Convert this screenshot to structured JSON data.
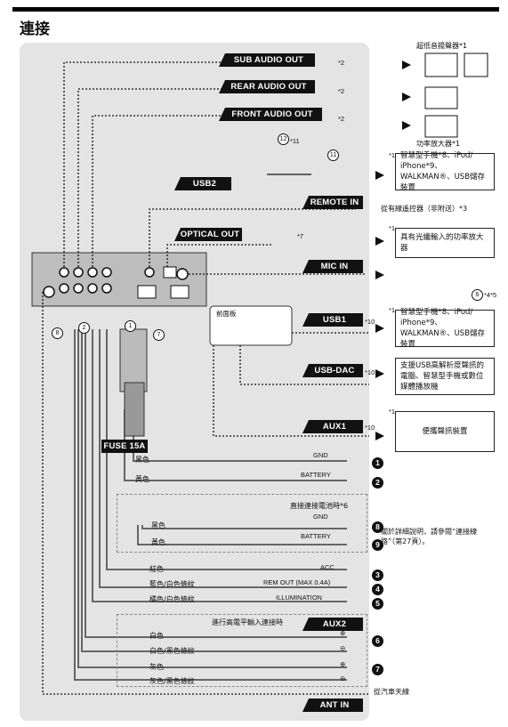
{
  "page": {
    "title": "連接"
  },
  "outputs": {
    "sub_audio_out": "SUB AUDIO OUT",
    "rear_audio_out": "REAR AUDIO OUT",
    "front_audio_out": "FRONT AUDIO OUT",
    "usb2": "USB2",
    "remote_in": "REMOTE IN",
    "optical_out": "OPTICAL OUT",
    "mic_in": "MIC IN",
    "usb1": "USB1",
    "usb_dac": "USB-DAC",
    "aux1": "AUX1",
    "fuse": "FUSE 15A",
    "aux2": "AUX2",
    "ant_in": "ANT IN"
  },
  "devices": {
    "subwoofer": "超低音揚聲器*1",
    "amplifier": "功率放大器*1",
    "usb2_device": "智慧型手機*8、iPod/ iPhone*9、WALKMAN®、USB儲存裝置",
    "remote": "從有線遙控器（非附送）*3",
    "optical_amp": "具有光纖輸入的功率放大器",
    "usb1_device": "智慧型手機*8、iPod/ iPhone*9、WALKMAN®、USB儲存裝置",
    "usb_dac_device": "支援USB高解析度聲訊的電腦、智慧型手機或數位媒體播放機",
    "aux1_device": "便攜聲訊裝置",
    "front_panel": "前面板",
    "antenna": "從汽車天線",
    "direct_battery": "直接連接電池時*6",
    "details": "關於詳細說明，請參閱“連接線路”（第27頁）。",
    "high_level": "進行高電平輸入連接時"
  },
  "notes": {
    "n1": "*1",
    "n2": "*2",
    "n7": "*7",
    "n10": "*10",
    "n11": "*11",
    "n45": "*4*5"
  },
  "wires": [
    {
      "color": "黑色",
      "signal": "GND",
      "num": "1"
    },
    {
      "color": "黃色",
      "signal": "BATTERY",
      "num": "2"
    },
    {
      "color": "黑色",
      "signal": "GND",
      "num": "8"
    },
    {
      "color": "黃色",
      "signal": "BATTERY",
      "num": "9"
    },
    {
      "color": "紅色",
      "signal": "ACC",
      "num": "3"
    },
    {
      "color": "藍色/白色條紋",
      "signal": "REM OUT (MAX 0.4A)",
      "num": "4"
    },
    {
      "color": "橘色/白色條紋",
      "signal": "ILLUMINATION",
      "num": "5"
    },
    {
      "color": "白色",
      "signal": "⊕",
      "num": "6"
    },
    {
      "color": "白色/黑色條紋",
      "signal": "⊖",
      "num": ""
    },
    {
      "color": "灰色",
      "signal": "⊕",
      "num": "7"
    },
    {
      "color": "灰色/黑色條紋",
      "signal": "⊖",
      "num": ""
    }
  ],
  "connectors": {
    "c8": "8",
    "c2": "2",
    "c1": "1",
    "c7": "7",
    "c11": "11",
    "c12": "12",
    "c6": "6"
  }
}
